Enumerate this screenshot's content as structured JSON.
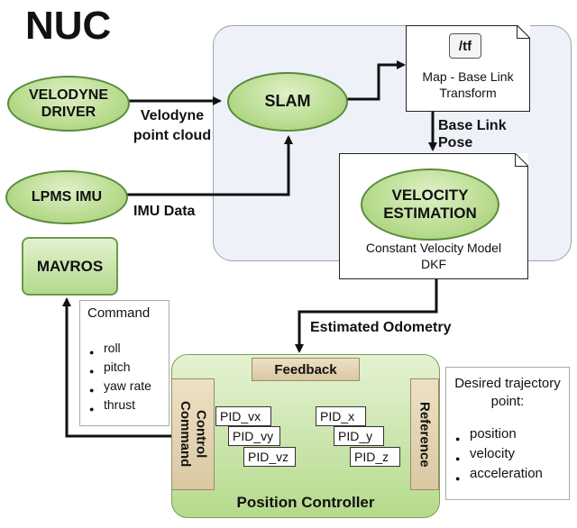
{
  "title": "NUC",
  "nodes": {
    "velodyne_driver": "VELODYNE DRIVER",
    "lpms_imu": "LPMS IMU",
    "slam": "SLAM",
    "velocity_estimation": "VELOCITY ESTIMATION",
    "mavros": "MAVROS"
  },
  "tf_doc": {
    "topic": "/tf",
    "caption": "Map - Base Link Transform"
  },
  "vel_doc": {
    "model": "Constant Velocity Model",
    "filter": "DKF"
  },
  "edge_labels": {
    "velodyne_cloud": "Velodyne point cloud",
    "imu_data": "IMU Data",
    "base_link_pose": "Base Link Pose",
    "estimated_odometry": "Estimated Odometry"
  },
  "command_box": {
    "heading": "Command",
    "items": [
      "roll",
      "pitch",
      "yaw rate",
      "thrust"
    ]
  },
  "position_controller": {
    "title": "Position Controller",
    "feedback": "Feedback",
    "control_command": "Control\nCommand",
    "reference": "Reference",
    "pid_left": [
      "PID_vx",
      "PID_vy",
      "PID_vz"
    ],
    "pid_right": [
      "PID_x",
      "PID_y",
      "PID_z"
    ]
  },
  "desired_box": {
    "heading": "Desired trajectory point:",
    "items": [
      "position",
      "velocity",
      "acceleration"
    ]
  }
}
